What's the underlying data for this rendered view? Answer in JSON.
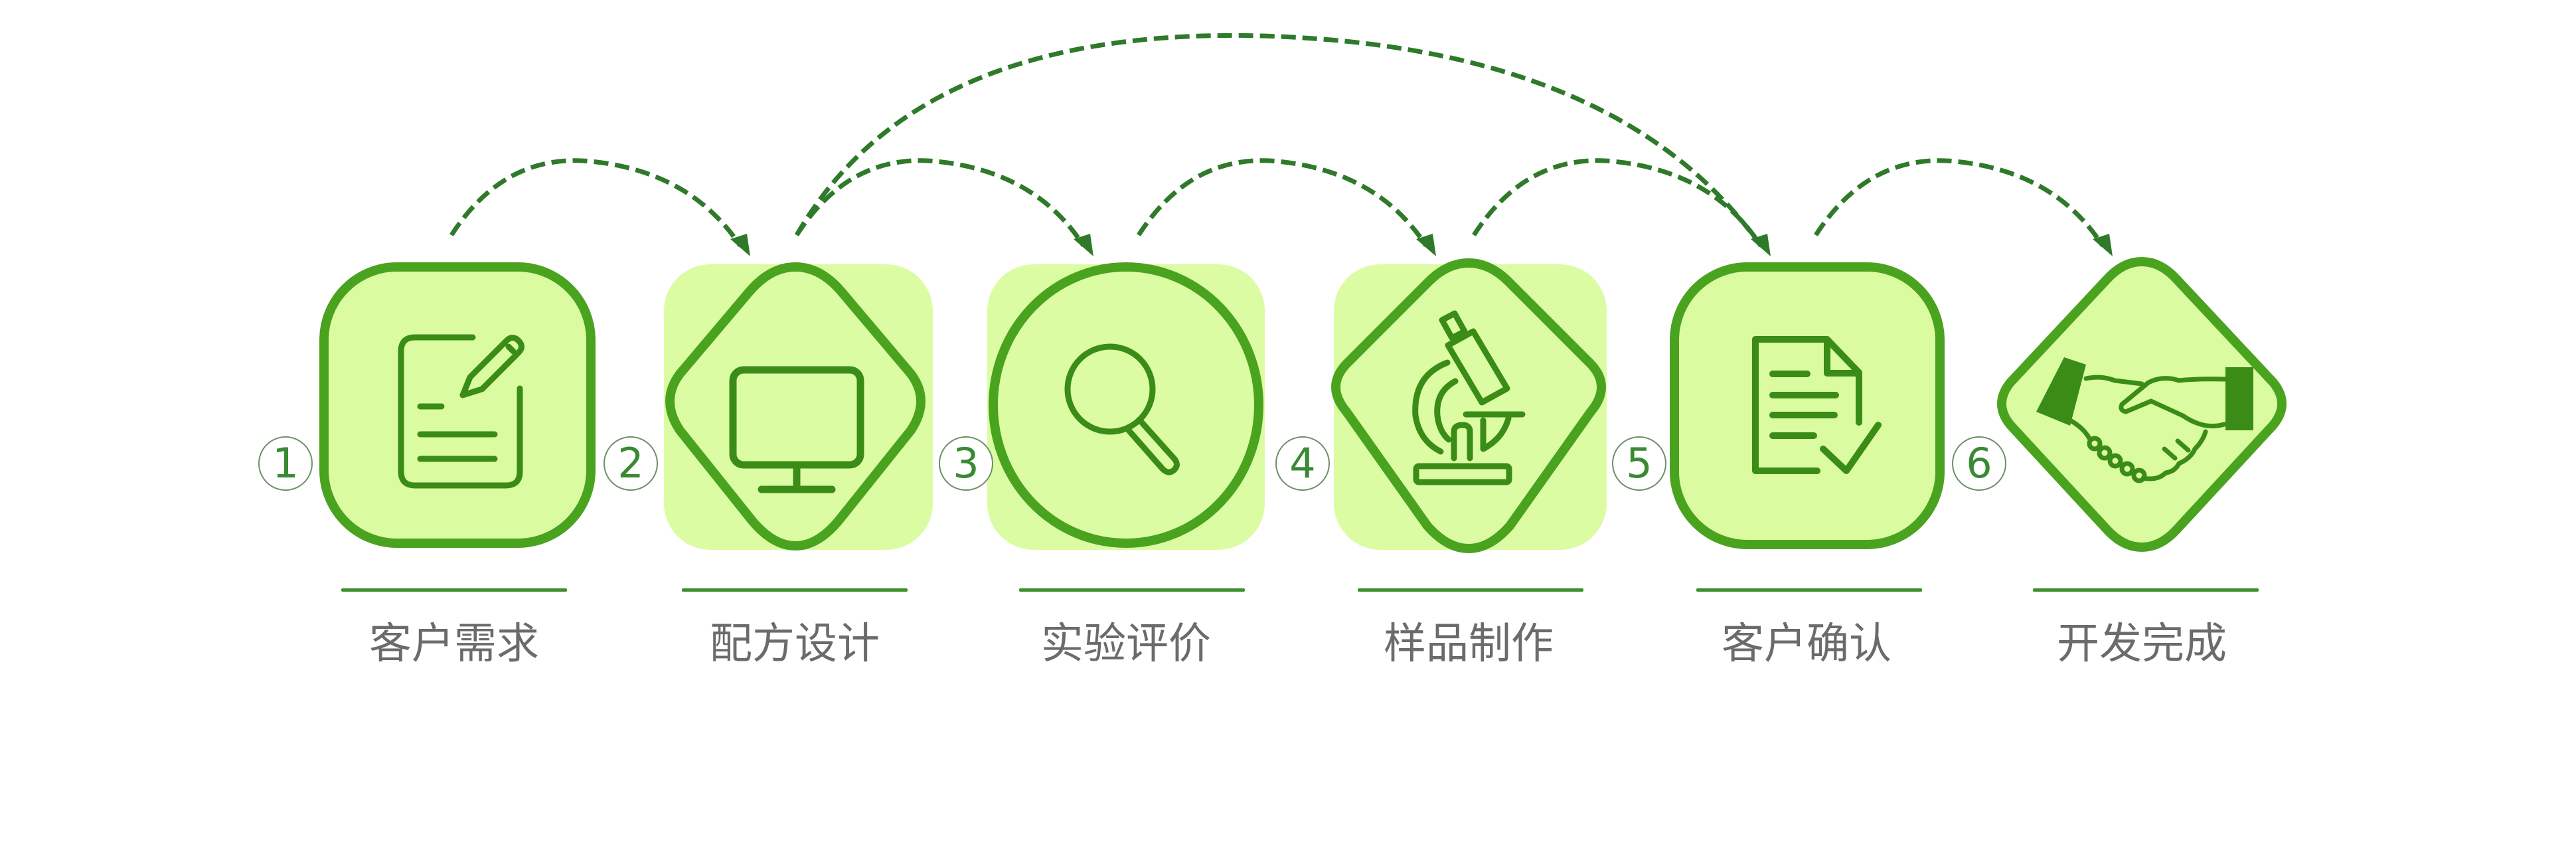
{
  "diagram": {
    "title": "",
    "colors": {
      "outline": "#4aa31f",
      "icon": "#3a8c17",
      "fill": "#dbfba0",
      "fill_bg": "#dcfca4",
      "arrow": "#2f7a2a",
      "underline": "#3d8f2b",
      "label": "#6b6b6b",
      "badge_text": "#3a8a33"
    },
    "steps": [
      {
        "number": "1",
        "label": "客户需求",
        "shape": "rounded-square",
        "icon": "document-edit-icon"
      },
      {
        "number": "2",
        "label": "配方设计",
        "shape": "rounded-rhombus",
        "icon": "monitor-icon"
      },
      {
        "number": "3",
        "label": "实验评价",
        "shape": "circle",
        "icon": "magnifier-icon"
      },
      {
        "number": "4",
        "label": "样品制作",
        "shape": "rounded-diamond",
        "icon": "microscope-icon"
      },
      {
        "number": "5",
        "label": "客户确认",
        "shape": "rounded-square",
        "icon": "document-check-icon"
      },
      {
        "number": "6",
        "label": "开发完成",
        "shape": "diamond",
        "icon": "handshake-icon"
      }
    ],
    "arrows": [
      {
        "from": "1",
        "to": "2",
        "style": "dashed"
      },
      {
        "from": "2",
        "to": "3",
        "style": "dashed"
      },
      {
        "from": "3",
        "to": "4",
        "style": "dashed"
      },
      {
        "from": "4",
        "to": "5",
        "style": "dashed"
      },
      {
        "from": "5",
        "to": "6",
        "style": "dashed"
      },
      {
        "from": "2",
        "to": "5",
        "style": "dashed"
      }
    ]
  }
}
